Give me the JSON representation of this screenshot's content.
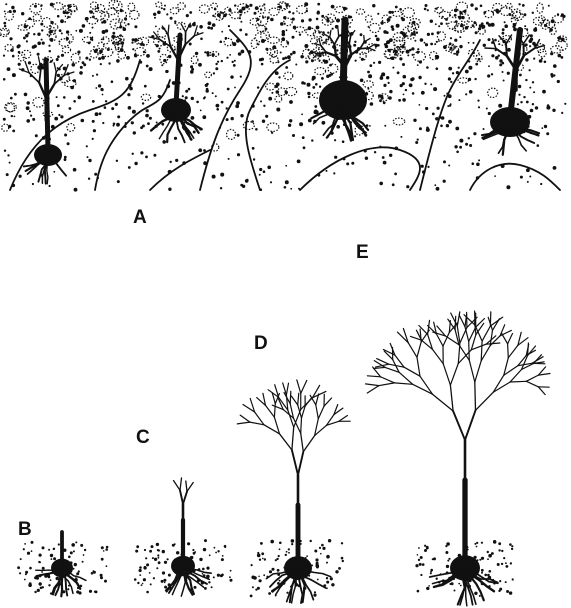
{
  "figure": {
    "panel_labels": {
      "a": "A",
      "b": "B",
      "c": "C",
      "d": "D",
      "e": "E"
    }
  },
  "colors": {
    "ink": "#111111",
    "background": "#ffffff"
  }
}
